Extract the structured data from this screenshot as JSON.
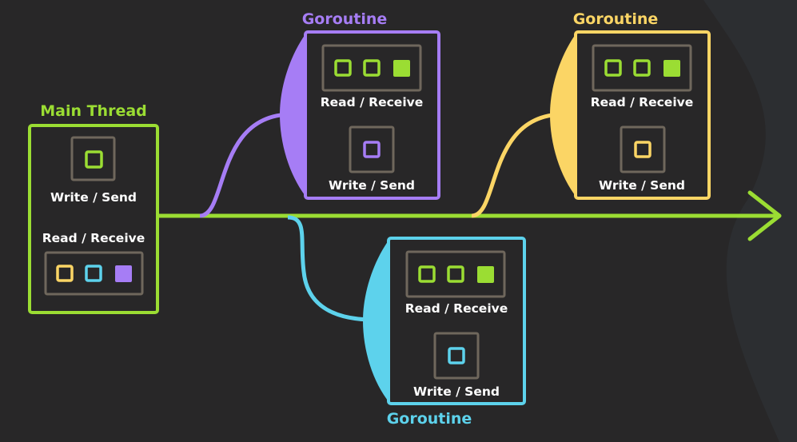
{
  "colors": {
    "background": "#282728",
    "green": "#9bdd33",
    "purple": "#a67df5",
    "yellow": "#fbd565",
    "cyan": "#5dd2ec",
    "slot_border": "#6f675c",
    "label": "#ffffff"
  },
  "main_thread": {
    "title": "Main Thread",
    "write_label": "Write / Send",
    "read_label": "Read / Receive"
  },
  "goroutine_purple": {
    "title": "Goroutine",
    "read_label": "Read / Receive",
    "write_label": "Write / Send"
  },
  "goroutine_yellow": {
    "title": "Goroutine",
    "read_label": "Read / Receive",
    "write_label": "Write / Send"
  },
  "goroutine_cyan": {
    "title": "Goroutine",
    "read_label": "Read / Receive",
    "write_label": "Write / Send"
  }
}
